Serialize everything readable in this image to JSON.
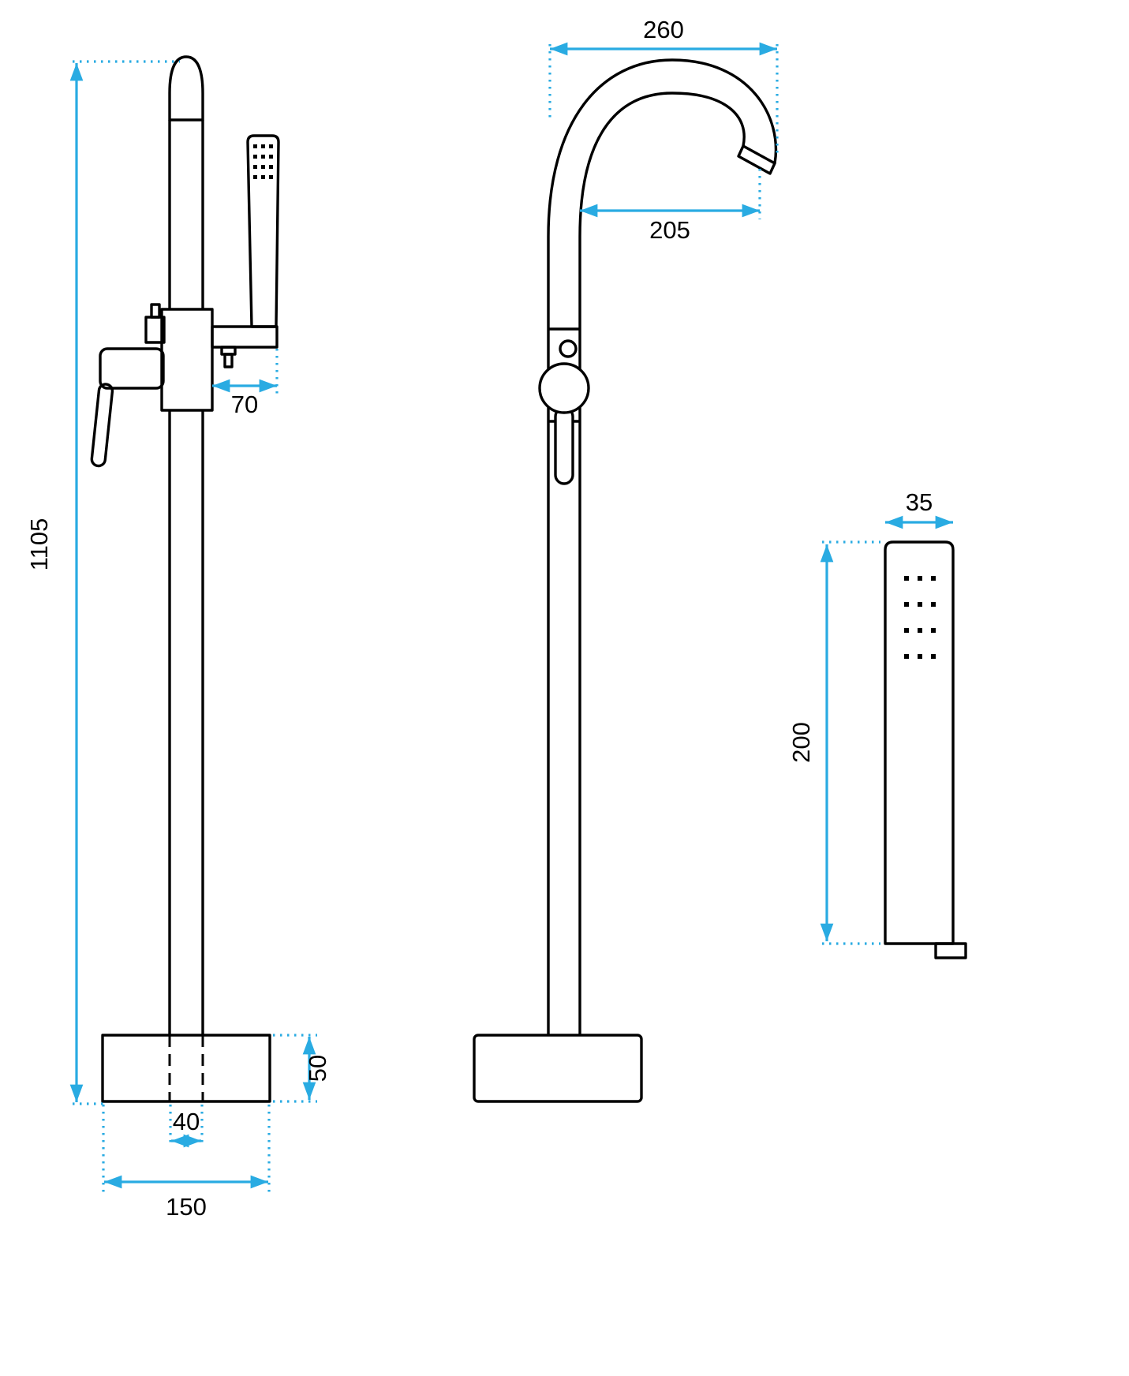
{
  "colors": {
    "outline": "#000000",
    "dimension_accent": "#29abe2",
    "background": "#ffffff"
  },
  "dimensions_mm": {
    "side_view": {
      "total_height": "1105",
      "shower_holder_offset": "70",
      "base_height": "50",
      "riser_width": "40",
      "base_width": "150"
    },
    "front_view": {
      "spout_overall_width": "260",
      "spout_reach": "205"
    },
    "hand_shower": {
      "head_width": "35",
      "head_length": "200"
    }
  }
}
